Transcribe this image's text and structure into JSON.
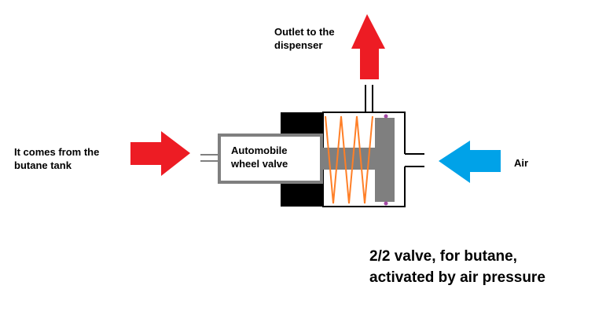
{
  "labels": {
    "outlet": "Outlet to the\ndispenser",
    "source": "It comes from the\nbutane tank",
    "wheel_valve": "Automobile\nwheel valve",
    "air": "Air",
    "caption": "2/2 valve, for butane,\nactivated by air pressure"
  },
  "colors": {
    "arrow_red": "#ed1c24",
    "arrow_blue": "#00a2e8",
    "spring": "#ff7f27",
    "piston": "#7f7f7f",
    "body_black": "#000000",
    "body_gray": "#7f7f7f",
    "seal": "#a349a4"
  }
}
